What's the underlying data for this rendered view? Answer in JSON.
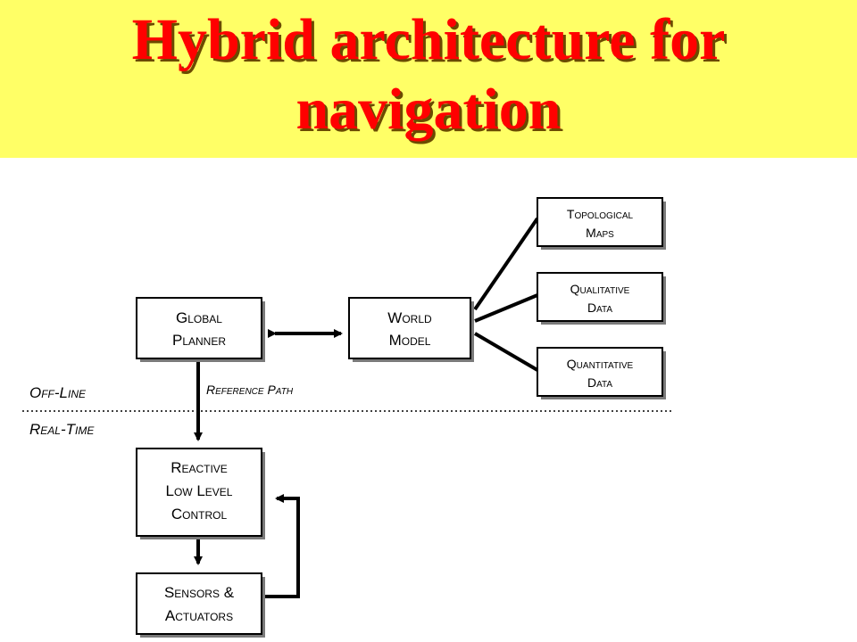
{
  "title": {
    "line1": "Hybrid  architecture for",
    "line2": "navigation"
  },
  "diagram": {
    "nodes": {
      "global_planner": {
        "line1": "Global",
        "line2": "Planner"
      },
      "world_model": {
        "line1": "World",
        "line2": "Model"
      },
      "topological_maps": {
        "line1": "Topological",
        "line2": "Maps"
      },
      "qualitative_data": {
        "line1": "Qualitative",
        "line2": "Data"
      },
      "quantitative_data": {
        "line1": "Quantitative",
        "line2": "Data"
      },
      "reactive_control": {
        "line1": "Reactive",
        "line2": "Low Level",
        "line3": "Control"
      },
      "sensors_actuators": {
        "line1": "Sensors &",
        "line2": "Actuators"
      }
    },
    "labels": {
      "reference_path": "Reference Path",
      "off_line": "Off-Line",
      "real_time": "Real-Time"
    }
  }
}
